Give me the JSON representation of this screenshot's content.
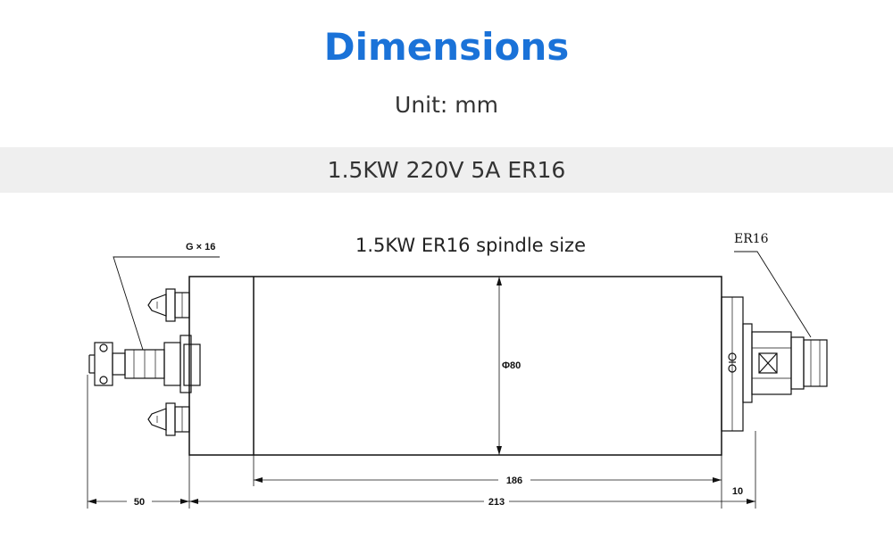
{
  "header": {
    "title": "Dimensions",
    "unit": "Unit: mm"
  },
  "banner": {
    "model": "1.5KW 220V 5A ER16"
  },
  "drawing": {
    "caption": "1.5KW ER16 spindle size",
    "thread_label": "G × 16",
    "collet_label": "ER16",
    "diameter_label": "Φ80",
    "dim_body_inner": "186",
    "dim_nose": "10",
    "dim_connector": "50",
    "dim_body_total": "213"
  },
  "colors": {
    "title": "#1a72d8",
    "banner_bg": "#efefef",
    "text": "#333333"
  }
}
